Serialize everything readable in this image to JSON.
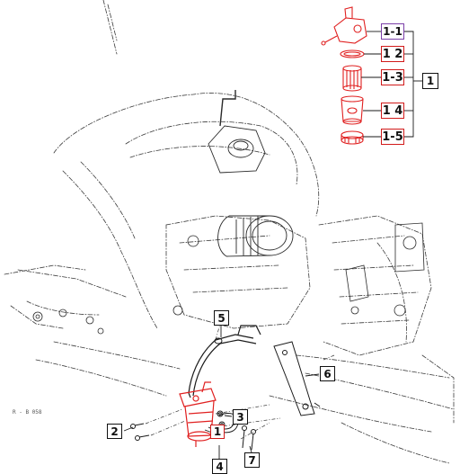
{
  "diagram": {
    "sheet_code": "R - B 058",
    "callouts": {
      "assembly": "1",
      "sub_1": "1-1",
      "sub_2": "1 2",
      "sub_3": "1-3",
      "sub_4": "1 4",
      "sub_5": "1-5",
      "main_1": "1",
      "main_2": "2",
      "main_3": "3",
      "main_4": "4",
      "main_5": "5",
      "main_6": "6",
      "main_7": "7"
    },
    "colors": {
      "line": "#2a2a2a",
      "highlight": "#e02020",
      "callout_red": "#d11a1a",
      "callout_purple": "#7b3fa8"
    }
  }
}
